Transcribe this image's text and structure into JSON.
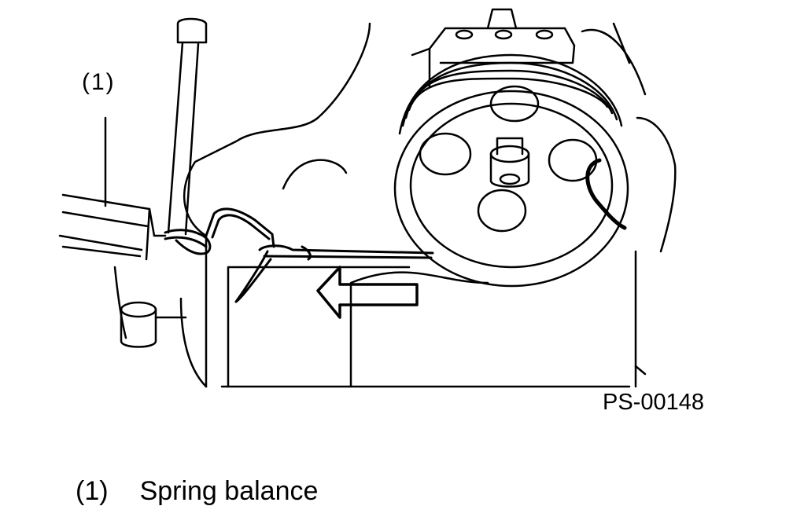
{
  "callout": {
    "number": "(1)"
  },
  "figure": {
    "code": "PS-00148"
  },
  "legend": {
    "entries": [
      {
        "number": "(1)",
        "label": "Spring balance"
      }
    ]
  },
  "icons": {
    "arrow": "pull-direction-arrow-icon"
  }
}
